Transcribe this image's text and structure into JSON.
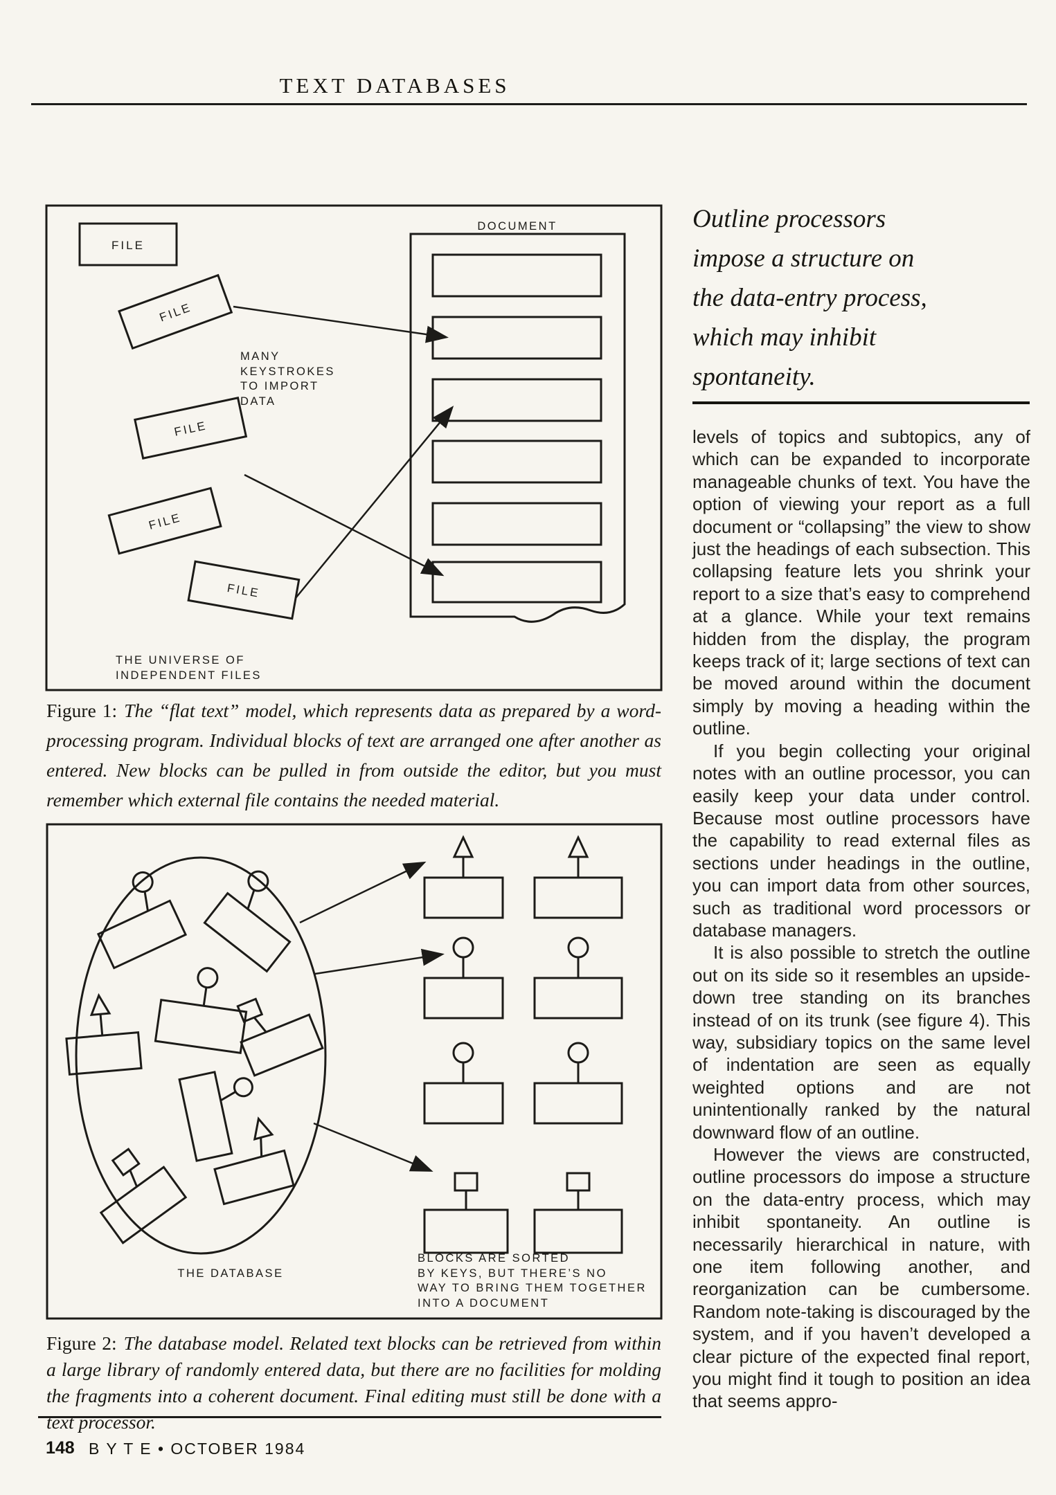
{
  "header": {
    "title": "TEXT DATABASES"
  },
  "pull_quote": {
    "text": "Outline processors\nimpose a structure on\nthe data-entry process,\nwhich may inhibit\nspontaneity."
  },
  "column": {
    "paragraphs": [
      "levels of topics and subtopics, any of which can be expanded to incorporate manageable chunks of text. You have the option of viewing your report as a full document or “collapsing” the view to show just the headings of each subsection. This collapsing feature lets you shrink your report to a size that’s easy to comprehend at a glance. While your text remains hidden from the display, the program keeps track of it; large sections of text can be moved around within the document simply by moving a heading within the outline.",
      "If you begin collecting your original notes with an outline processor, you can easily keep your data under control. Because most outline processors have the capability to read external files as sections under headings in the outline, you can import data from other sources, such as traditional word processors or database managers.",
      "It is also possible to stretch the outline out on its side so it resembles an upside-down tree standing on its branches instead of on its trunk (see figure 4). This way, subsidiary topics on the same level of indentation are seen as equally weighted options and are not unintentionally ranked by the natural downward flow of an outline.",
      "However the views are constructed, outline processors do impose a structure on the data-entry process, which may inhibit spontaneity. An outline is necessarily hierarchical in nature, with one item following another, and reorganization can be cumbersome. Random note-taking is discouraged by the system, and if you haven’t developed a clear picture of the expected final report, you might find it tough to position an idea that seems appro-"
    ]
  },
  "figure1": {
    "file_labels": [
      "FILE",
      "FILE",
      "FILE",
      "FILE",
      "FILE"
    ],
    "keystrokes_note": "MANY\nKEYSTROKES\nTO IMPORT\nDATA",
    "universe_label": "THE UNIVERSE OF\nINDEPENDENT FILES",
    "document_label": "DOCUMENT",
    "caption_lead": "Figure 1:",
    "caption_text": "The “flat text” model, which represents data as prepared by a word-processing program. Individual blocks of text are arranged one after another as entered. New blocks can be pulled in from outside the editor, but you must remember which external file contains the needed material."
  },
  "figure2": {
    "database_label": "THE DATABASE",
    "keys_note": "BLOCKS ARE SORTED\nBY KEYS, BUT THERE’S NO\nWAY TO BRING THEM TOGETHER\nINTO A DOCUMENT",
    "caption_lead": "Figure 2:",
    "caption_text": "The database model. Related text blocks can be retrieved from within a large library of randomly entered data, but there are no facilities for molding the fragments into a coherent document. Final editing must still be done with a text processor."
  },
  "footer": {
    "page_number": "148",
    "magazine_date": "B Y T E • OCTOBER 1984"
  }
}
